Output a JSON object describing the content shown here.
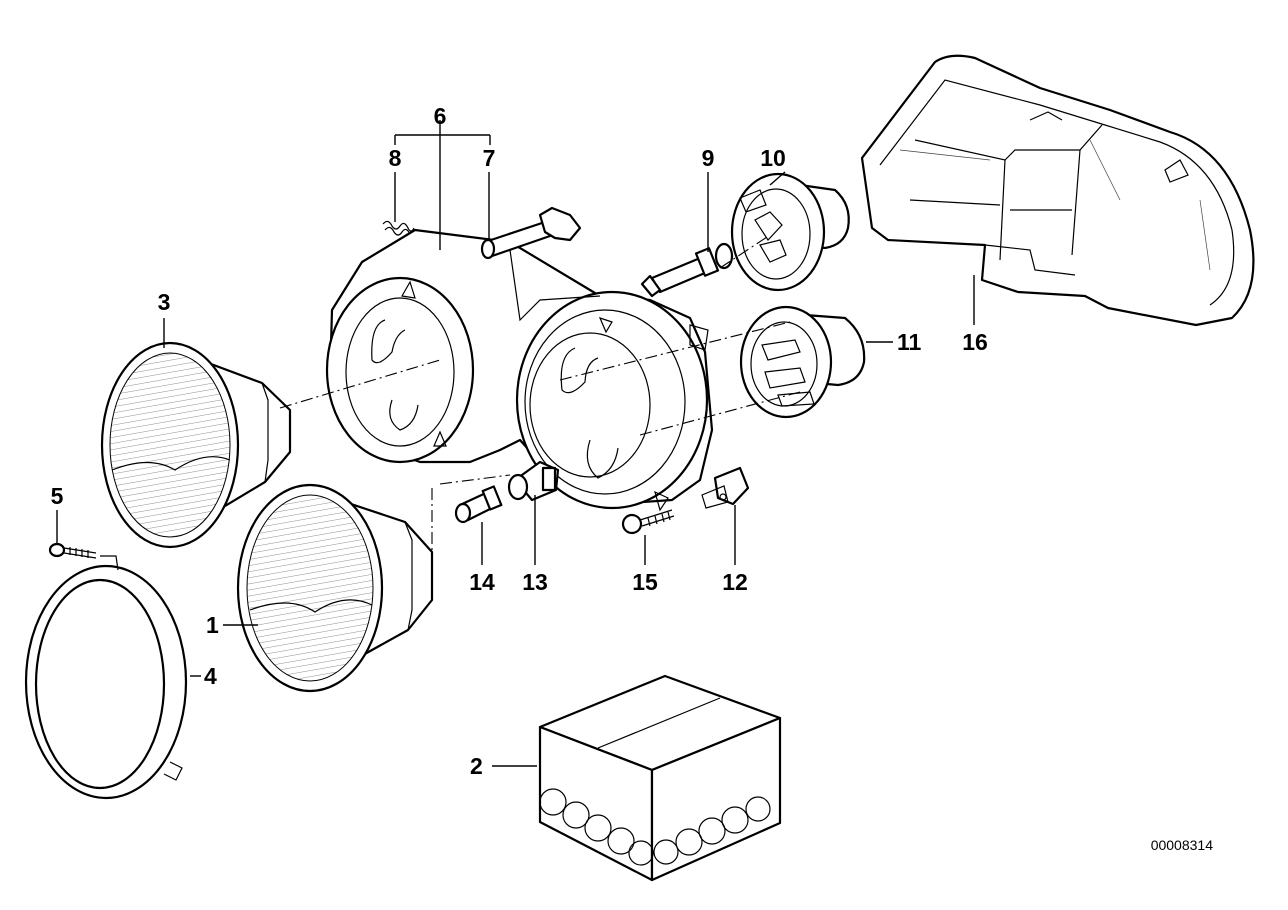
{
  "diagram": {
    "reference_number": "00008314",
    "callouts": [
      {
        "id": "1",
        "label": "1"
      },
      {
        "id": "2",
        "label": "2"
      },
      {
        "id": "3",
        "label": "3"
      },
      {
        "id": "4",
        "label": "4"
      },
      {
        "id": "5",
        "label": "5"
      },
      {
        "id": "6",
        "label": "6"
      },
      {
        "id": "7",
        "label": "7"
      },
      {
        "id": "8",
        "label": "8"
      },
      {
        "id": "9",
        "label": "9"
      },
      {
        "id": "10",
        "label": "10"
      },
      {
        "id": "11",
        "label": "11"
      },
      {
        "id": "12",
        "label": "12"
      },
      {
        "id": "13",
        "label": "13"
      },
      {
        "id": "14",
        "label": "14"
      },
      {
        "id": "15",
        "label": "15"
      },
      {
        "id": "16",
        "label": "16"
      }
    ]
  }
}
